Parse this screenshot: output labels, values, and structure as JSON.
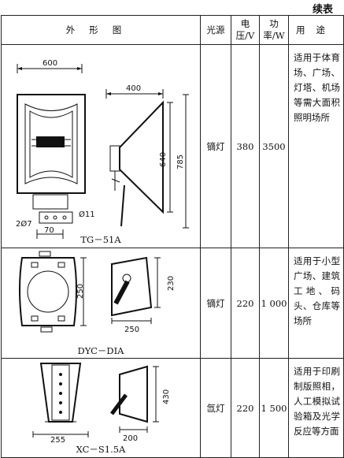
{
  "continued_label": "续表",
  "headers": {
    "figure": "外形图",
    "light": "光源",
    "voltage": "电压/V",
    "power": "功率/W",
    "usage": "用途"
  },
  "rows": [
    {
      "model": "TG－51A",
      "light": "镝灯",
      "voltage": "380",
      "power": "3500",
      "usage": "适用于体育场、广场、灯塔、机场等需大面积照明场所",
      "dims": [
        "600",
        "400",
        "640",
        "785",
        "Ø11",
        "2Ø7",
        "70"
      ]
    },
    {
      "model": "DYC－DIA",
      "light": "镝灯",
      "voltage": "220",
      "power": "1 000",
      "usage": "适用于小型广场、建筑工地、码头、仓库等场所",
      "dims": [
        "250",
        "230",
        "250"
      ]
    },
    {
      "model": "XC－S1.5A",
      "light": "氙灯",
      "voltage": "220",
      "power": "1 500",
      "usage": "适用于印刷制版照相，人工模拟试验箱及光学反应等方面",
      "dims": [
        "255",
        "200",
        "430"
      ]
    }
  ]
}
